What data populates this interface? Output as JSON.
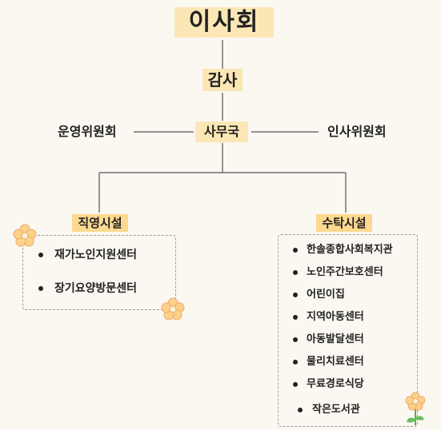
{
  "title": "이사회",
  "audit": "감사",
  "secretariat": "사무국",
  "left_committee": "운영위원회",
  "right_committee": "인사위원회",
  "direct": {
    "label": "직영시설",
    "items": [
      "재가노인지원센터",
      "장기요양방문센터"
    ]
  },
  "trust": {
    "label": "수탁시설",
    "items": [
      "한솔종합사회복지관",
      "노인주간보호센터",
      "어린이집",
      "지역아동센터",
      "아동발달센터",
      "물리치료센터",
      "무료경로식당",
      "작은도서관"
    ]
  },
  "colors": {
    "highlight": "#fbe7b5",
    "highlight_strong": "#fcd98f",
    "background": "#fbf8f2",
    "line": "#555555",
    "flower": "#fcd28a"
  }
}
